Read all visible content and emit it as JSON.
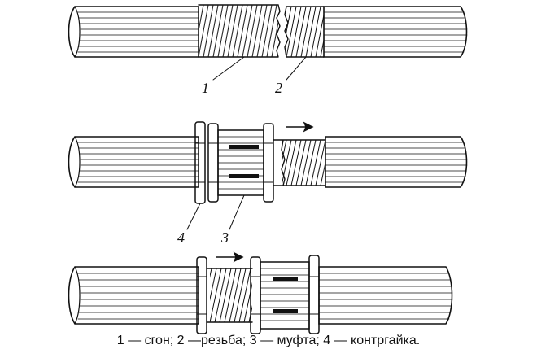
{
  "labels": {
    "l1": "1",
    "l2": "2",
    "l3": "3",
    "l4": "4"
  },
  "caption": "1 — сгон; 2 —резьба; 3 — муфта; 4 — контргайка."
}
